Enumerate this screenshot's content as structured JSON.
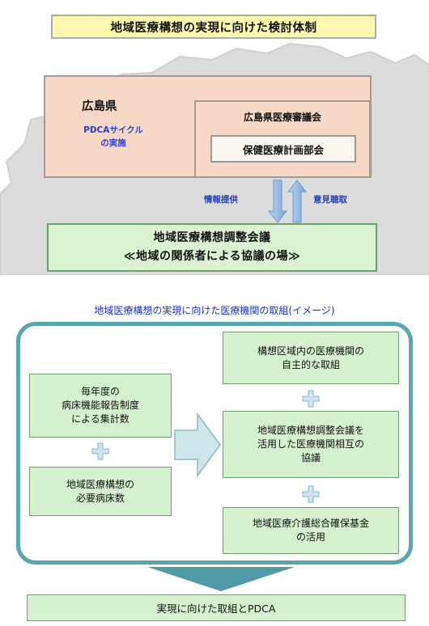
{
  "top_diagram": {
    "title": "地域医療構想の実現に向けた検討体制",
    "prefecture": "広島県",
    "pdca_line1": "PDCAサイクル",
    "pdca_line2": "の実施",
    "council": "広島県医療審議会",
    "subcommittee": "保健医療計画部会",
    "info_provision": "情報提供",
    "opinion_hearing": "意見聴取",
    "meeting_line1": "地域医療構想調整会議",
    "meeting_line2": "≪地域の関係者による協議の場≫"
  },
  "bottom_diagram": {
    "subtitle": "地域医療構想の実現に向けた医療機関の取組(イメージ)",
    "left_box1": [
      "毎年度の",
      "病床機能報告制度",
      "による集計数"
    ],
    "left_box2": [
      "地域医療構想の",
      "必要病床数"
    ],
    "right_box1": [
      "構想区域内の医療機関の",
      "自主的な取組"
    ],
    "right_box2": [
      "地域医療構想調整会議を",
      "活用した医療機関相互の",
      "協議"
    ],
    "right_box3": [
      "地域医療介護総合確保基金",
      "の活用"
    ],
    "final": "実現に向けた取組とPDCA"
  },
  "colors": {
    "title_bg": "#fff9b0",
    "prefecture_bg": "#f7d8c6",
    "green_box_bg": "#d5f0cf",
    "frame_border": "#5aa6b0",
    "accent_blue": "#1f3fb8"
  }
}
